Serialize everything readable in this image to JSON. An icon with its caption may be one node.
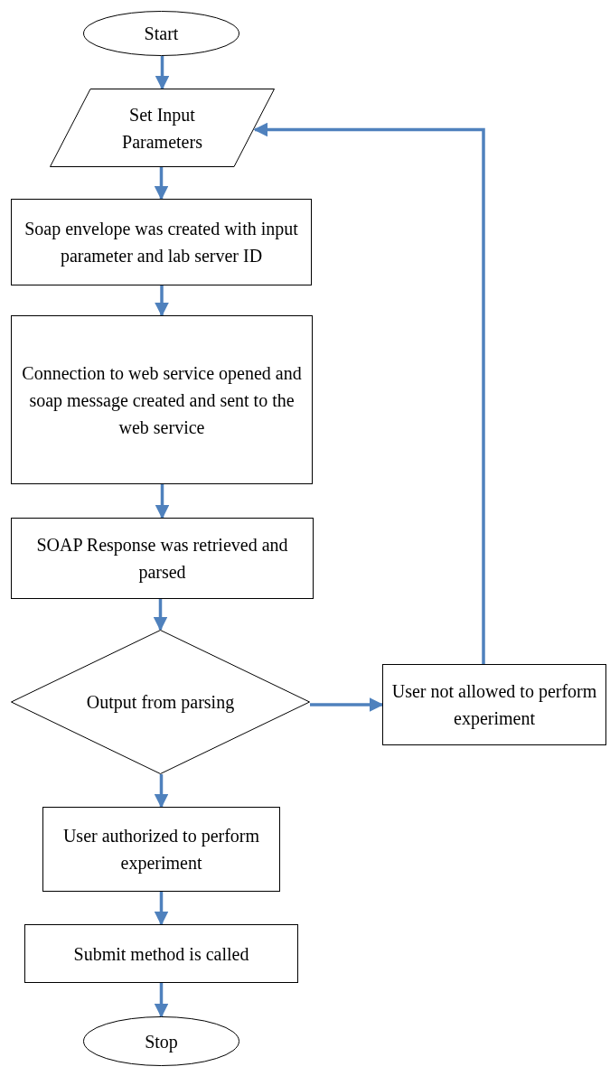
{
  "diagram": {
    "nodes": [
      {
        "text": [
          "Start"
        ]
      },
      {
        "text": [
          "Set Input Parameters"
        ]
      },
      {
        "text": [
          "Soap envelope was created with input parameter and lab server ID"
        ]
      },
      {
        "text": [
          "Connection to web service opened and soap message created and sent to the web service"
        ]
      },
      {
        "text": [
          "SOAP Response was retrieved and parsed"
        ]
      },
      {
        "text": [
          "Output from parsing"
        ]
      },
      {
        "text": [
          "User not allowed to perform experiment"
        ]
      },
      {
        "text": [
          "User authorized to perform experiment"
        ]
      },
      {
        "text": [
          "Submit method is called"
        ]
      },
      {
        "text": [
          "Stop"
        ]
      }
    ],
    "edges": [
      {
        "from": 0,
        "to": 1,
        "arrow": "to"
      },
      {
        "from": 1,
        "to": 2,
        "arrow": "to"
      },
      {
        "from": 2,
        "to": 3,
        "arrow": "to"
      },
      {
        "from": 3,
        "to": 4,
        "arrow": "to"
      },
      {
        "from": 4,
        "to": 5,
        "arrow": "to"
      },
      {
        "from": 5,
        "to": 6,
        "arrow": "to"
      },
      {
        "from": 6,
        "to": 1,
        "arrow": "to"
      },
      {
        "from": 5,
        "to": 7,
        "arrow": "to"
      },
      {
        "from": 7,
        "to": 8,
        "arrow": "to"
      },
      {
        "from": 8,
        "to": 9,
        "arrow": "to"
      }
    ]
  }
}
